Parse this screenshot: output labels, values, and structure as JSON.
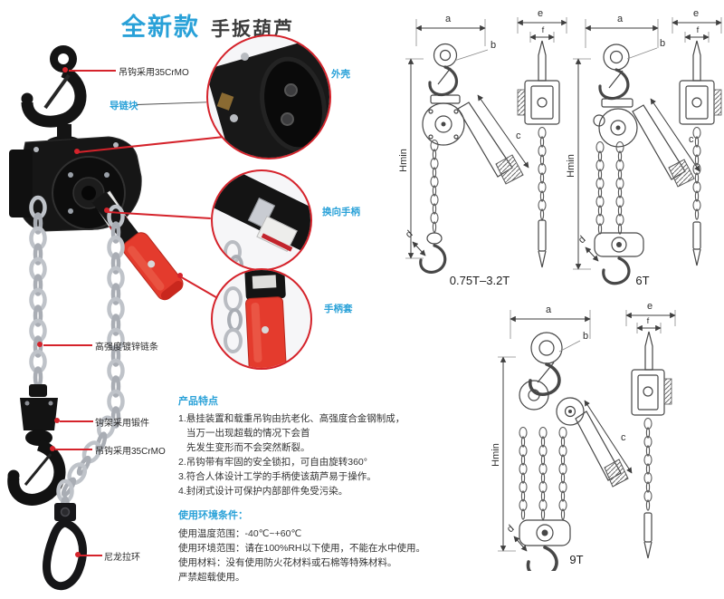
{
  "header": {
    "badge": "全新款",
    "title": "手扳葫芦"
  },
  "colors": {
    "accent_cyan": "#29a1d8",
    "accent_red": "#d5232b",
    "handle_red": "#e43b2d",
    "line_art": "#474747"
  },
  "photo_callouts": {
    "hook_top": "吊钩采用35CrMO",
    "chain_guide": "导链块",
    "shell": "外壳",
    "reverse_handle": "换向手柄",
    "handle_sleeve": "手柄套",
    "chain": "高强度镀锌链条",
    "hook_frame": "钩架采用锻件",
    "hook_bottom": "吊钩采用35CrMO",
    "nylon_ring": "尼龙拉环"
  },
  "features": {
    "title": "产品特点",
    "lines": [
      "1.悬挂装置和载重吊钩由抗老化、高强度合金钢制成，",
      "当万一出现超载的情况下会首",
      "先发生变形而不会突然断裂。",
      "2.吊钩带有牢固的安全锁扣，可自由旋转360°",
      "3.符合人体设计工学的手柄使该葫芦易于操作。",
      "4.封闭式设计可保护内部部件免受污染。"
    ]
  },
  "conditions": {
    "title": "使用环境条件：",
    "lines": [
      "使用温度范围：-40℃~+60℃",
      "使用环境范围：请在100%RH以下使用，不能在水中使用。",
      "使用材料：没有使用防火花材料或石棉等特殊材料。",
      "严禁超载使用。"
    ]
  },
  "drawings": {
    "dims": {
      "a": "a",
      "b": "b",
      "c": "c",
      "d": "d",
      "e": "e",
      "f": "f",
      "hmin": "Hmin"
    },
    "captions": [
      "0.75T–3.2T",
      "6T",
      "9T"
    ]
  }
}
